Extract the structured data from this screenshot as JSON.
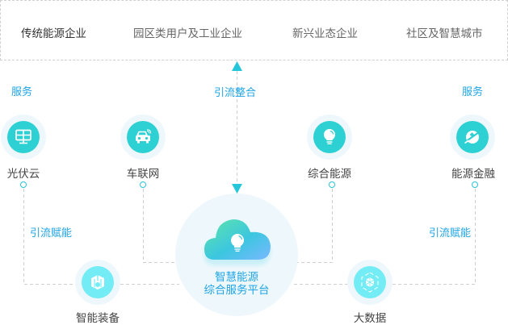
{
  "top_categories": [
    "传统能源企业",
    "园区类用户及工业企业",
    "新兴业态企业",
    "社区及智慧城市"
  ],
  "center_flow_label": "引流整合",
  "service_left": "服务",
  "service_right": "服务",
  "empower_left": "引流赋能",
  "empower_right": "引流赋能",
  "top_nodes": [
    {
      "label": "光伏云",
      "icon": "solar-panel-icon"
    },
    {
      "label": "车联网",
      "icon": "connected-car-icon"
    },
    {
      "label": "综合能源",
      "icon": "light-bulb-icon"
    },
    {
      "label": "能源金融",
      "icon": "finance-planet-icon"
    }
  ],
  "bottom_nodes": [
    {
      "label": "智能装备",
      "icon": "smart-equipment-icon"
    },
    {
      "label": "大数据",
      "icon": "big-data-cube-icon"
    }
  ],
  "platform": {
    "line1": "智慧能源",
    "line2": "综合服务平台",
    "icon": "cloud-bulb-icon"
  },
  "colors": {
    "accent": "#2ed1d3",
    "accent_light": "#74ecf5",
    "text_blue": "#1fa4e6",
    "arrow": "#26c6da",
    "dash": "#cccccc"
  }
}
